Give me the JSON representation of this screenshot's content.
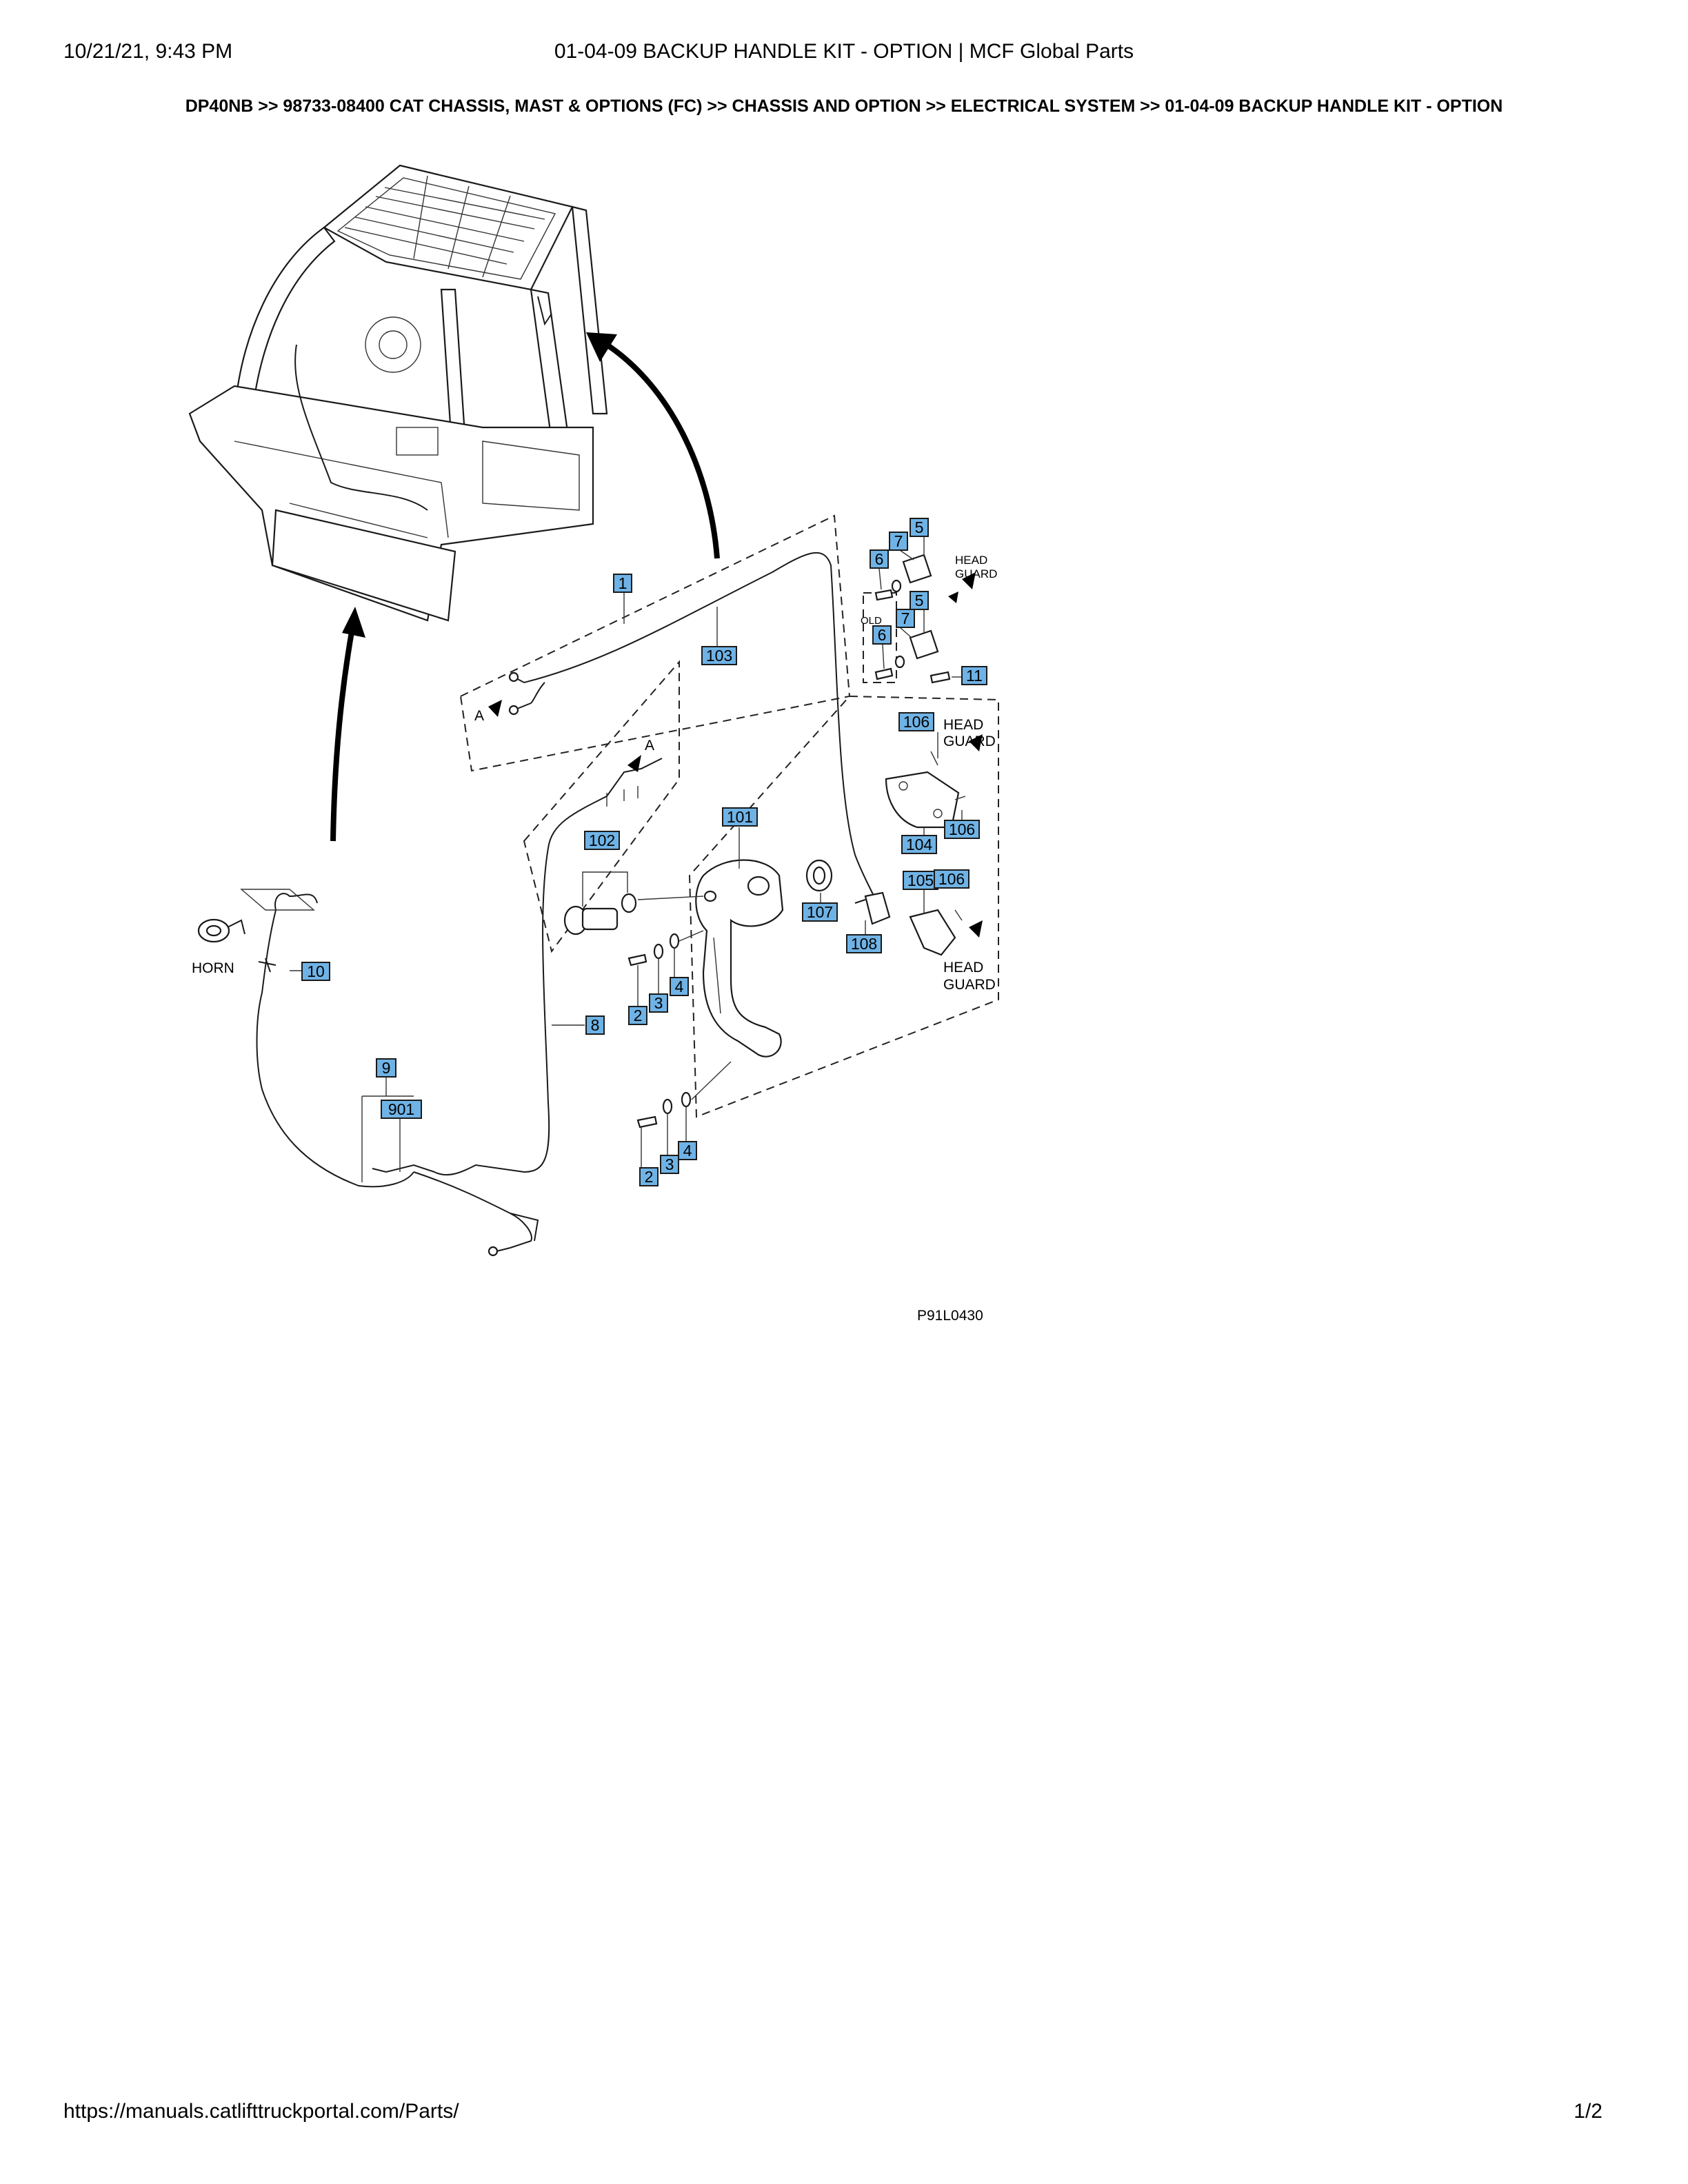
{
  "print_header": {
    "date": "10/21/21, 9:43 PM",
    "title": "01-04-09 BACKUP HANDLE KIT - OPTION | MCF Global Parts"
  },
  "breadcrumb": {
    "text": "DP40NB >> 98733-08400 CAT CHASSIS, MAST & OPTIONS (FC) >> CHASSIS AND OPTION >> ELECTRICAL SYSTEM >> 01-04-09 BACKUP HANDLE KIT - OPTION"
  },
  "diagram": {
    "callouts": [
      "1",
      "103",
      "5",
      "7",
      "6",
      "5",
      "7",
      "6",
      "11",
      "106",
      "104",
      "106",
      "101",
      "102",
      "107",
      "108",
      "105",
      "106",
      "10",
      "2",
      "3",
      "4",
      "8",
      "9",
      "901",
      "2",
      "3",
      "4"
    ],
    "labels": {
      "head_guard": "HEAD",
      "head_guard_2": "GUARD",
      "old": "OLD",
      "horn": "HORN",
      "conn_a": "A",
      "figure_code": "P91L0430"
    }
  },
  "footer": {
    "url": "https://manuals.catlifttruckportal.com/Parts/",
    "page": "1/2"
  }
}
